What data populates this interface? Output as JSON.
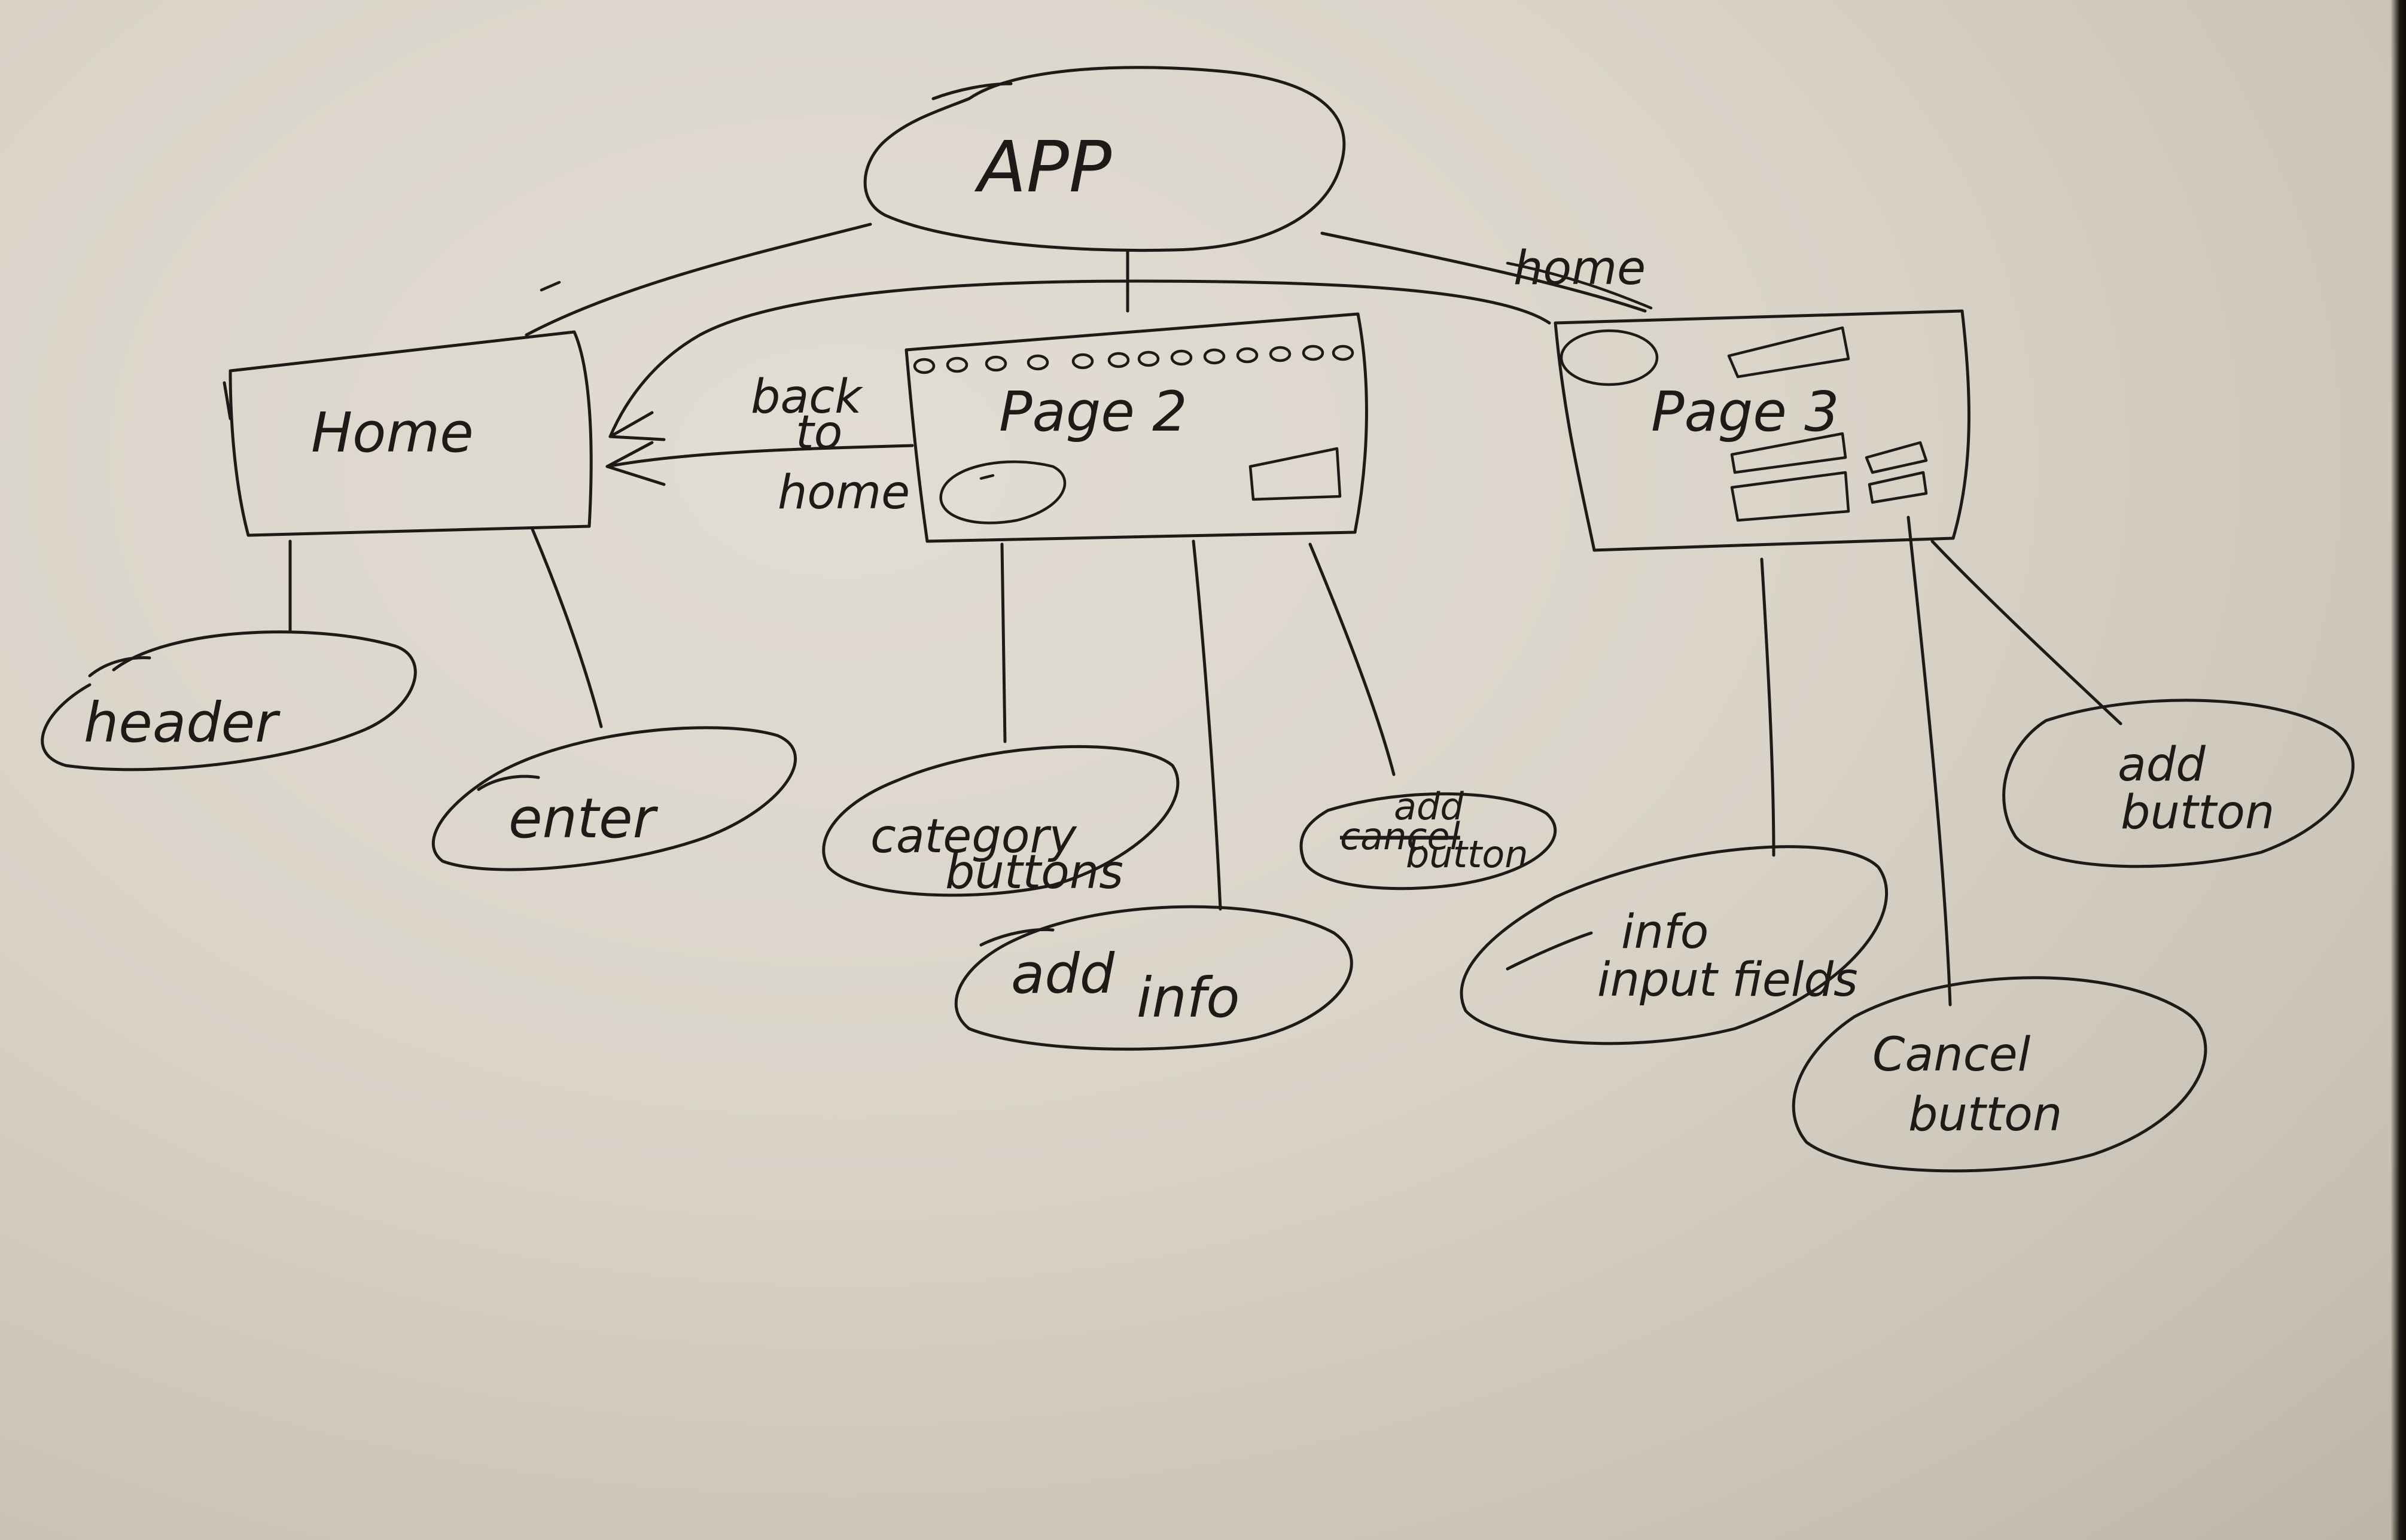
{
  "diagram": {
    "root": {
      "label": "APP"
    },
    "pages": [
      {
        "id": "home",
        "label": "Home"
      },
      {
        "id": "page2",
        "label": "Page 2"
      },
      {
        "id": "page3",
        "label": "Page 3"
      }
    ],
    "edge_labels": {
      "back_to_home_1": "back",
      "back_to_home_2": "to",
      "back_to_home_3": "home",
      "home_link": "home"
    },
    "components": {
      "home": [
        {
          "id": "header",
          "label": "header"
        },
        {
          "id": "enter",
          "label": "enter"
        }
      ],
      "page2": [
        {
          "id": "category-buttons",
          "line1": "category",
          "line2": "buttons"
        },
        {
          "id": "add-info",
          "line1": "add",
          "line2": "info"
        },
        {
          "id": "add-button",
          "line1": "add",
          "line1_struck": "cancel",
          "line2": "button"
        }
      ],
      "page3": [
        {
          "id": "info-input-fields",
          "line1": "info",
          "line2": "input fields"
        },
        {
          "id": "cancel-button",
          "line1": "Cancel",
          "line2": "button"
        },
        {
          "id": "add-button-3",
          "line1": "add",
          "line2": "button"
        }
      ]
    }
  }
}
